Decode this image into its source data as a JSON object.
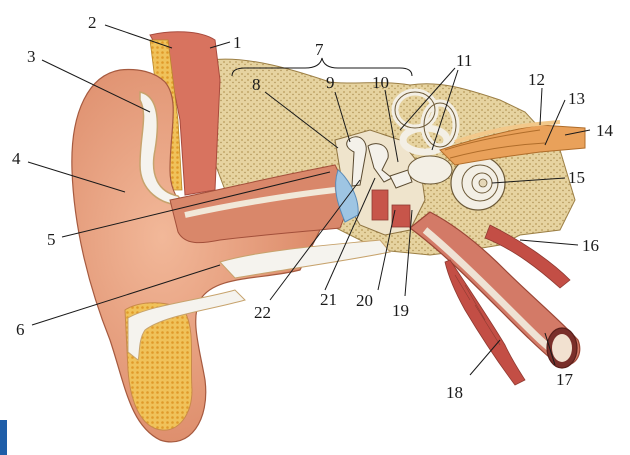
{
  "labels": {
    "l1": "1",
    "l2": "2",
    "l3": "3",
    "l4": "4",
    "l5": "5",
    "l6": "6",
    "l7": "7",
    "l8": "8",
    "l9": "9",
    "l10": "10",
    "l11": "11",
    "l12": "12",
    "l13": "13",
    "l14": "14",
    "l15": "15",
    "l16": "16",
    "l17": "17",
    "l18": "18",
    "l19": "19",
    "l20": "20",
    "l21": "21",
    "l22": "22"
  },
  "colors": {
    "skin": "#e8a283",
    "cartilage": "#f3f1ec",
    "bone": "#e9d8a8",
    "muscle": "#c7554a",
    "fat": "#e7b84a",
    "inner": "#f2e6cf",
    "eardrum": "#9ec5e3"
  }
}
